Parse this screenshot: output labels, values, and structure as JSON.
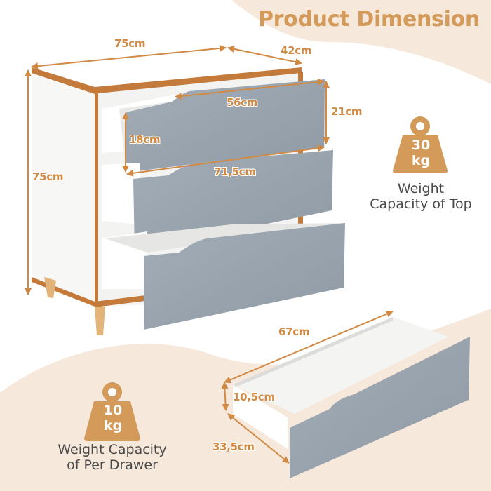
{
  "title": "Product Dimension",
  "colors": {
    "accent": "#d39a5a",
    "dimension_line": "#d08a45",
    "background_cream": "#f6e8da",
    "drawer_gray": "#98a3ad",
    "text_dark": "#4a4a4a"
  },
  "dimensions": {
    "cabinet_width": "75cm",
    "cabinet_depth": "42cm",
    "cabinet_height": "75cm",
    "drawer_front_top_width": "56cm",
    "drawer_front_height": "21cm",
    "drawer_side_height": "18cm",
    "drawer_front_bottom_width": "71,5cm",
    "drawer_length": "67cm",
    "drawer_inner_height": "10,5cm",
    "drawer_inner_depth": "33,5cm"
  },
  "weight_top": {
    "value": "30",
    "unit": "kg",
    "caption_line1": "Weight",
    "caption_line2": "Capacity of Top",
    "icon": "weight-icon"
  },
  "weight_drawer": {
    "value": "10",
    "unit": "kg",
    "caption_line1": "Weight Capacity",
    "caption_line2": "of Per Drawer",
    "icon": "weight-icon"
  }
}
